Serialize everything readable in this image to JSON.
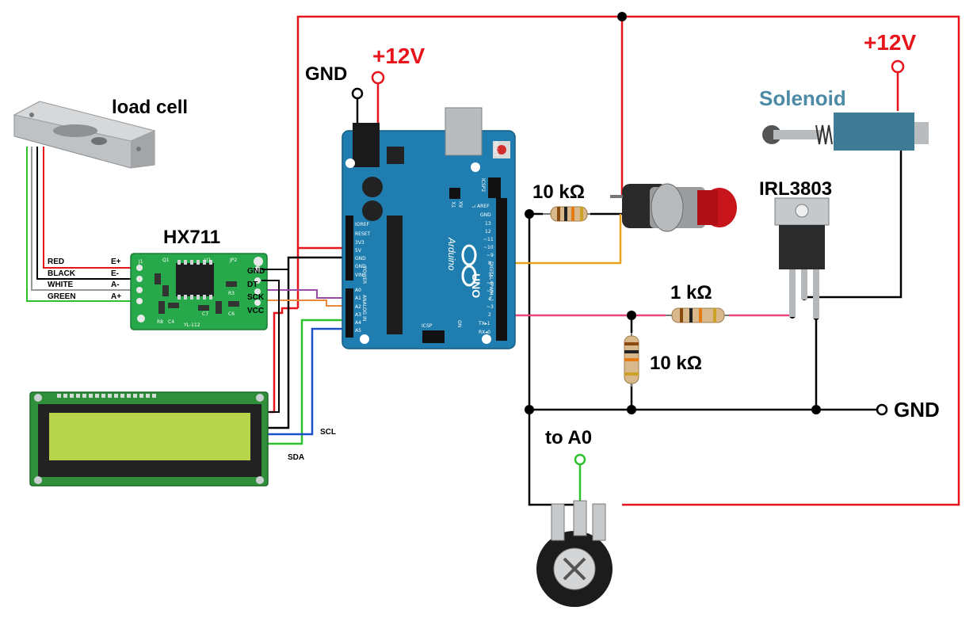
{
  "labels": {
    "load_cell": "load cell",
    "hx711": "HX711",
    "gnd_top": "GND",
    "v12_left": "+12V",
    "v12_right": "+12V",
    "solenoid": "Solenoid",
    "irl": "IRL3803",
    "r10k_top": "10 kΩ",
    "r1k": "1 kΩ",
    "r10k_bottom": "10 kΩ",
    "gnd_right": "GND",
    "to_a0": "to A0",
    "scl": "SCL",
    "sda": "SDA"
  },
  "load_cell_wires": [
    "RED",
    "BLACK",
    "WHITE",
    "GREEN"
  ],
  "hx711_left_pins": [
    "E+",
    "E-",
    "A-",
    "A+"
  ],
  "hx711_right_pins": [
    "GND",
    "DT",
    "SCK",
    "VCC"
  ],
  "hx711_board_text": [
    "J1",
    "Q1",
    "U1",
    "JP2",
    "YL-112",
    "R8",
    "C4",
    "C7",
    "R3",
    "C6"
  ],
  "arduino": {
    "brand": "Arduino",
    "model": "UNO",
    "reset": "RESET",
    "icsp": "ICSP",
    "icsp2": "ICSP2",
    "on": "ON",
    "power_pins": [
      "IOREF",
      "RESET",
      "3V3",
      "5V",
      "GND",
      "GND",
      "VIN"
    ],
    "power_header": "POWER",
    "analog_pins": [
      "A0",
      "A1",
      "A2",
      "A3",
      "A4",
      "A5"
    ],
    "analog_header": "ANALOG IN",
    "digital_pins": [
      "AREF",
      "GND",
      "13",
      "12",
      "~11",
      "~10",
      "~9",
      "8",
      "7",
      "~6",
      "~5",
      "4",
      "~3",
      "2",
      "TX▸1",
      "RX◂0"
    ],
    "digital_header": "DIGITAL (PWM~)",
    "tx": "TX",
    "rx": "RX",
    "l": "L"
  },
  "colors": {
    "supply_wire": "#e8141b",
    "signal_wire": "#e8467c",
    "button_wire": "#e9a21b",
    "pot_wire": "#2ec02e",
    "ground_wire": "#000000",
    "arduino_board": "#1f7eaf",
    "hx711_board": "#27a84a",
    "solenoid_body": "#3f7b94",
    "solenoid_text": "#4d8aa6",
    "supply_text": "#e8141b",
    "lcd_screen": "#b8d44a"
  }
}
